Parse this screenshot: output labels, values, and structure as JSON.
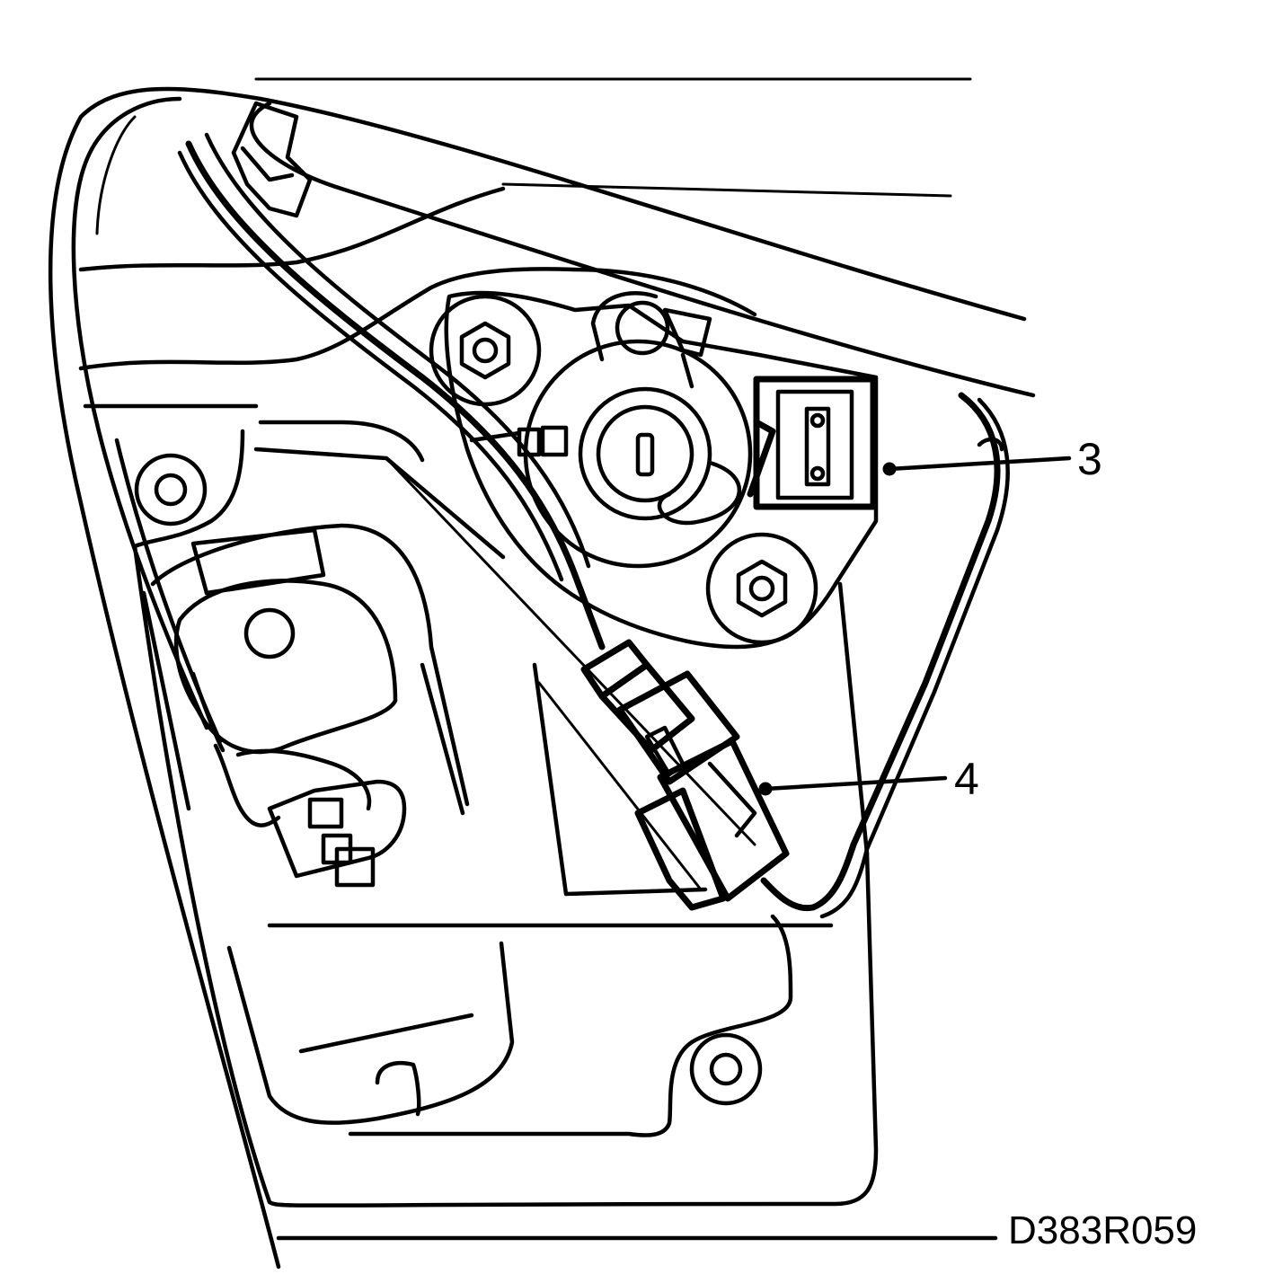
{
  "callouts": [
    {
      "id": "3",
      "text": "3"
    },
    {
      "id": "4",
      "text": "4"
    }
  ],
  "figure_code": "D383R059",
  "colors": {
    "line": "#000000",
    "background": "#ffffff"
  }
}
